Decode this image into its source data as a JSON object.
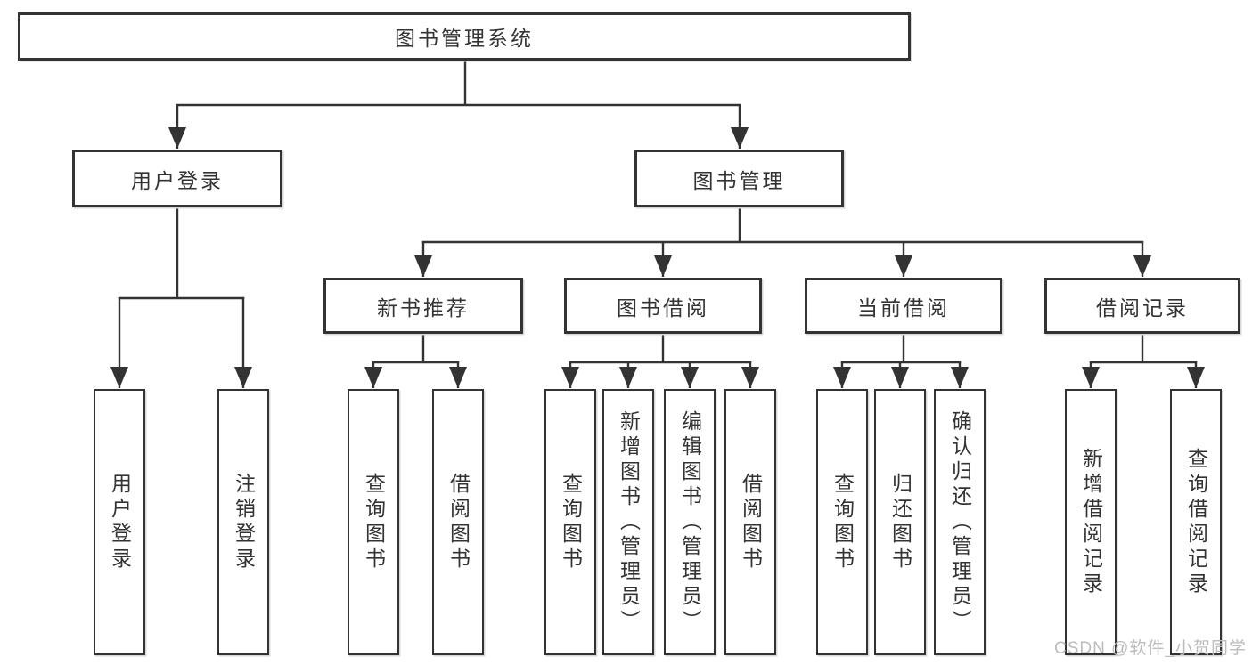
{
  "tree": {
    "label": "图书管理系统",
    "children": [
      {
        "label": "用户登录",
        "children": [
          {
            "label": "用户登录"
          },
          {
            "label": "注销登录"
          }
        ]
      },
      {
        "label": "图书管理",
        "children": [
          {
            "label": "新书推荐",
            "children": [
              {
                "label": "查询图书"
              },
              {
                "label": "借阅图书"
              }
            ]
          },
          {
            "label": "图书借阅",
            "children": [
              {
                "label": "查询图书"
              },
              {
                "label": "新增图书（管理员）"
              },
              {
                "label": "编辑图书（管理员）"
              },
              {
                "label": "借阅图书"
              }
            ]
          },
          {
            "label": "当前借阅",
            "children": [
              {
                "label": "查询图书"
              },
              {
                "label": "归还图书"
              },
              {
                "label": "确认归还（管理员）"
              }
            ]
          },
          {
            "label": "借阅记录",
            "children": [
              {
                "label": "新增借阅记录"
              },
              {
                "label": "查询借阅记录"
              }
            ]
          }
        ]
      }
    ]
  },
  "watermark": {
    "text": "CSDN @软件_小贺同学"
  },
  "colors": {
    "line": "#333333",
    "box_border": "#333333",
    "box_fill": "#ffffff",
    "text": "#333333",
    "watermark": "#bcbcbc",
    "background": "#ffffff"
  }
}
